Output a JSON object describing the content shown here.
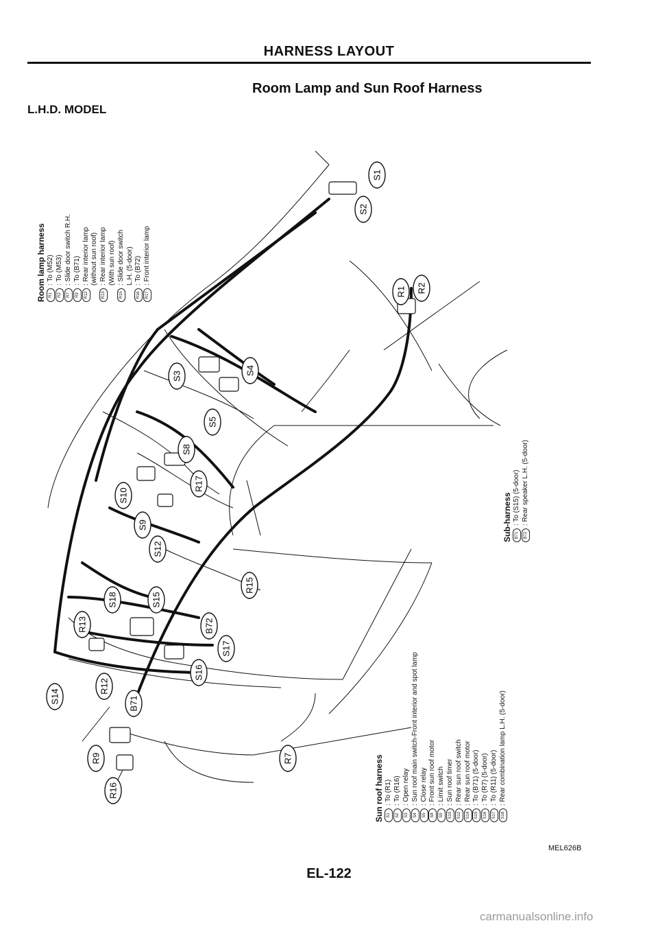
{
  "header": {
    "title": "HARNESS LAYOUT"
  },
  "subtitle": "Room Lamp and Sun Roof Harness",
  "model": "L.H.D. MODEL",
  "page_number": "EL-122",
  "figure_code": "MEL626B",
  "watermark": "carmanualsonline.info",
  "room_lamp": {
    "title": "Room lamp harness",
    "items": [
      {
        "code": "R1",
        "desc": ": To (M52)"
      },
      {
        "code": "R2",
        "desc": ": To (M53)"
      },
      {
        "code": "R7",
        "desc": ": Slide door switch R.H."
      },
      {
        "code": "R9",
        "desc": ": To (B71)"
      },
      {
        "code": "R12",
        "desc": ": Rear interior lamp"
      },
      {
        "code": "",
        "desc": "(without sun roof)"
      },
      {
        "code": "R13",
        "desc": ": Rear interior lamp"
      },
      {
        "code": "",
        "desc": "(With sun roof)"
      },
      {
        "code": "R15",
        "desc": ": Slide door switch"
      },
      {
        "code": "",
        "desc": "L.H. (5-door)"
      },
      {
        "code": "R16",
        "desc": ": To (B72)"
      },
      {
        "code": "R17",
        "desc": ": Front interior lamp"
      }
    ]
  },
  "sub_harness": {
    "title": "Sub-harness",
    "items": [
      {
        "code": "B71",
        "desc": ": To (S15) (5-door)"
      },
      {
        "code": "B72",
        "desc": ": Rear speaker L.H. (5-door)"
      }
    ]
  },
  "sun_roof": {
    "title": "Sun roof harness",
    "items": [
      {
        "code": "S1",
        "desc": ": To (R1)"
      },
      {
        "code": "S2",
        "desc": ": To (R16)"
      },
      {
        "code": "S3",
        "desc": ": Open relay"
      },
      {
        "code": "S4",
        "desc": ": Sun roof main switch-Front interior and spot lamp"
      },
      {
        "code": "S5",
        "desc": ": Close relay"
      },
      {
        "code": "S8",
        "desc": ": Front sun roof motor"
      },
      {
        "code": "S9",
        "desc": ": Limit switch"
      },
      {
        "code": "S10",
        "desc": ": Sun roof timer"
      },
      {
        "code": "S12",
        "desc": ": Rear sun roof switch"
      },
      {
        "code": "S14",
        "desc": ": Rear sun roof motor"
      },
      {
        "code": "S15",
        "desc": ": To (B71) (5-door)"
      },
      {
        "code": "S16",
        "desc": ": To (R7) (5-door)"
      },
      {
        "code": "S17",
        "desc": ": To (R11) (5-door)"
      },
      {
        "code": "S18",
        "desc": ": Rear combination lamp L.H. (5-door)"
      }
    ]
  },
  "connectors": [
    {
      "label": "S1"
    },
    {
      "label": "S2"
    },
    {
      "label": "R1"
    },
    {
      "label": "R2"
    },
    {
      "label": "S3"
    },
    {
      "label": "S4"
    },
    {
      "label": "S5"
    },
    {
      "label": "S8"
    },
    {
      "label": "R17"
    },
    {
      "label": "S10"
    },
    {
      "label": "S9"
    },
    {
      "label": "S12"
    },
    {
      "label": "R15"
    },
    {
      "label": "S18"
    },
    {
      "label": "S15"
    },
    {
      "label": "R13"
    },
    {
      "label": "B72"
    },
    {
      "label": "S17"
    },
    {
      "label": "S16"
    },
    {
      "label": "S14"
    },
    {
      "label": "R12"
    },
    {
      "label": "B71"
    },
    {
      "label": "R9"
    },
    {
      "label": "R7"
    },
    {
      "label": "R16"
    }
  ]
}
